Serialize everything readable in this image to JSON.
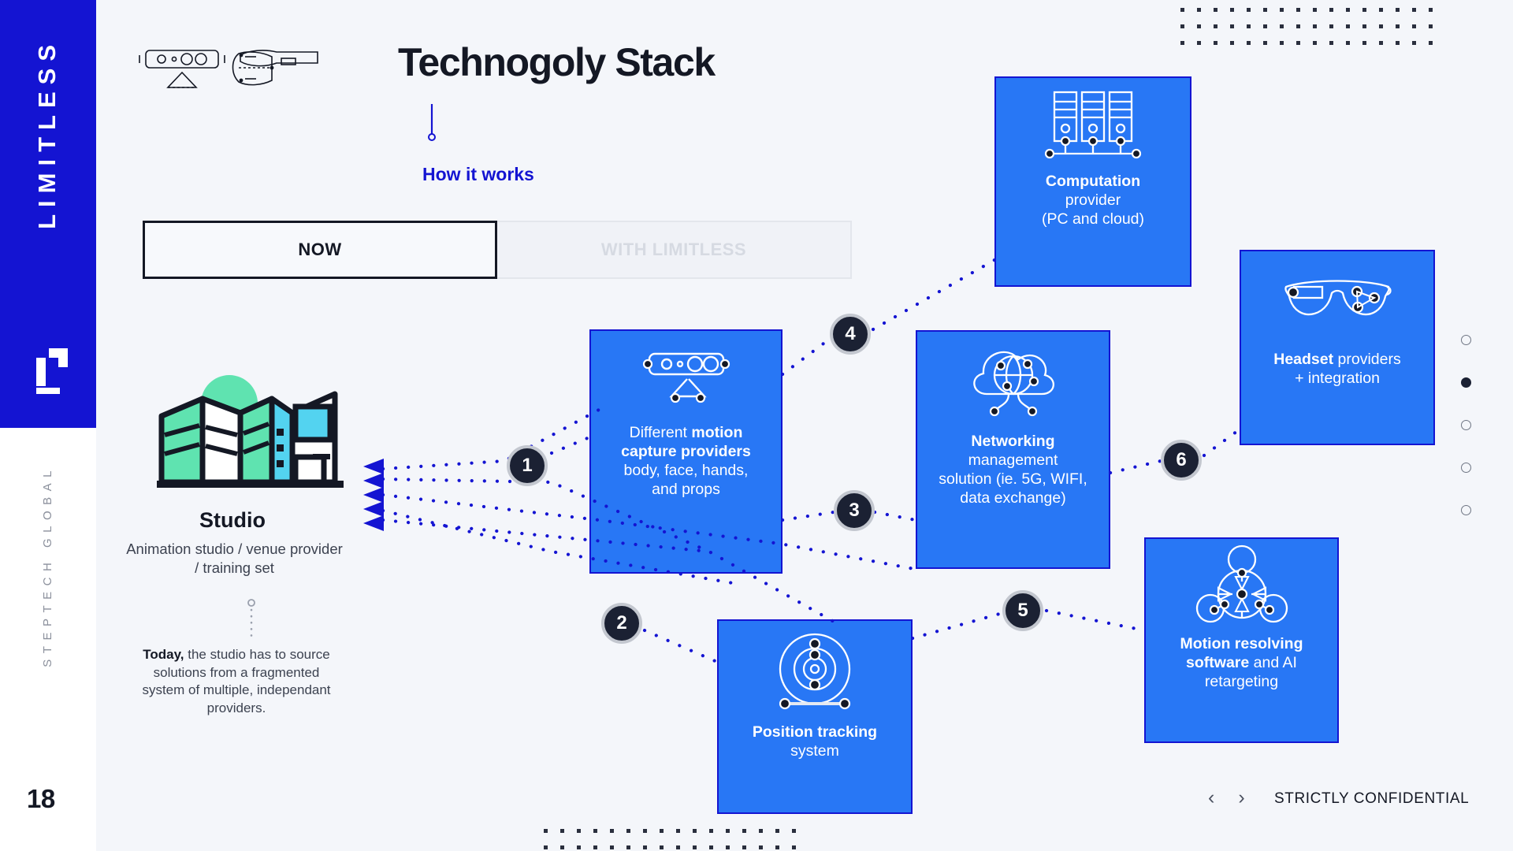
{
  "brand": {
    "name": "LIMITLESS",
    "sub_name": "STEPTECH GLOBAL",
    "logo_icon": "limitless-arrow-logo",
    "page_number": "18"
  },
  "header": {
    "title": "Technogoly Stack",
    "kicker": "How it works",
    "device_icons": [
      "motion-capture-bar-icon",
      "vr-headset-side-icon"
    ]
  },
  "tabs": [
    {
      "label": "NOW",
      "active": true
    },
    {
      "label": "WITH LIMITLESS",
      "active": false
    }
  ],
  "studio": {
    "icon": "city-buildings-icon",
    "title": "Studio",
    "subtitle": "Animation studio / venue provider / training set",
    "note_lead": "Today,",
    "note_rest": " the studio has to source solutions from a fragmented system of multiple, independant providers."
  },
  "cards": [
    {
      "id": "mocap",
      "icon": "motion-capture-bar-icon",
      "lead": "Different ",
      "bold": "motion capture providers",
      "rest": " body, face, hands, and props",
      "line1_plain": "Different ",
      "line1_bold": "motion",
      "line2_bold": "capture providers",
      "line3": "body, face, hands,",
      "line4": "and props"
    },
    {
      "id": "compute",
      "icon": "server-racks-icon",
      "line1_bold": "Computation",
      "line2": "provider",
      "line3": "(PC and cloud)"
    },
    {
      "id": "network",
      "icon": "cloud-globe-icon",
      "line1_bold": "Networking",
      "line2": "management",
      "line3": "solution (ie. 5G, WIFI,",
      "line4": "data exchange)"
    },
    {
      "id": "headset",
      "icon": "ar-glasses-icon",
      "line1_bold": "Headset",
      "line1_plain": " providers",
      "line2": "+ integration"
    },
    {
      "id": "motion",
      "icon": "motion-solver-node-icon",
      "line1_bold": "Motion resolving",
      "line2_bold": "software",
      "line2_plain": " and AI",
      "line3": "retargeting"
    },
    {
      "id": "position",
      "icon": "position-radar-icon",
      "line1_bold": "Position tracking",
      "line2": "system"
    }
  ],
  "steps": [
    {
      "num": "1"
    },
    {
      "num": "2"
    },
    {
      "num": "3"
    },
    {
      "num": "4"
    },
    {
      "num": "5"
    },
    {
      "num": "6"
    }
  ],
  "nav_dots": {
    "count": 5,
    "active_index": 1
  },
  "footer": {
    "prev_icon": "chevron-left-icon",
    "next_icon": "chevron-right-icon",
    "confidential": "STRICTLY CONFIDENTIAL"
  },
  "colors": {
    "brand_blue": "#1414d2",
    "card_blue": "#2877f5",
    "background": "#f4f6fa",
    "ink": "#141824",
    "mint": "#5fe3b0",
    "cyan": "#53d3f0"
  }
}
